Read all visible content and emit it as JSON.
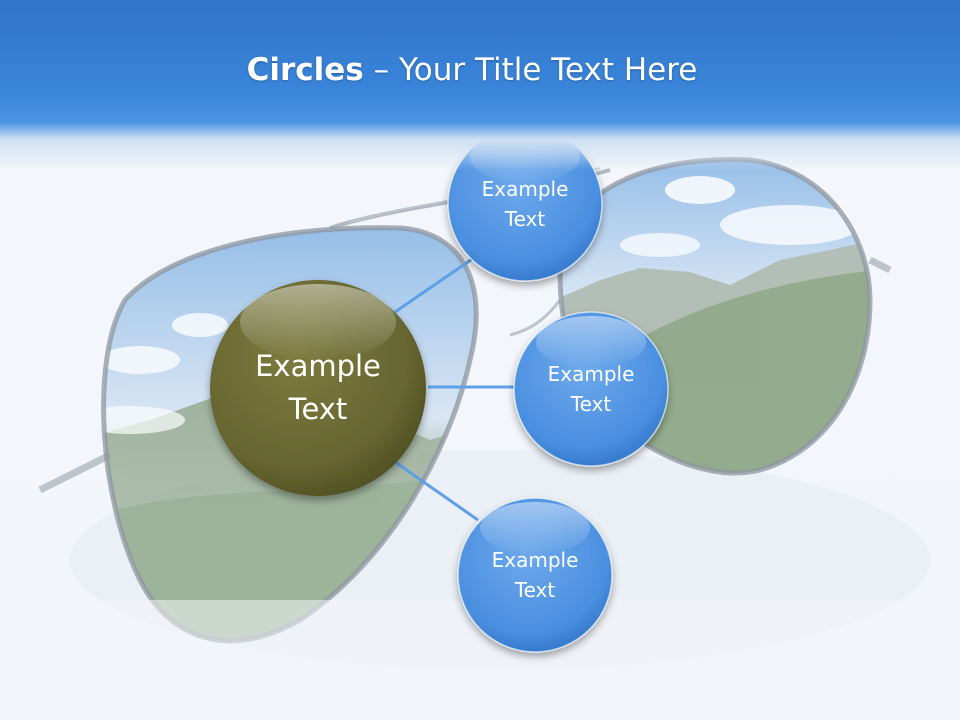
{
  "title": {
    "bold": "Circles",
    "rest": " – Your Title Text Here"
  },
  "colors": {
    "header_blue": "#3a86db",
    "center_circle": "#6b6a32",
    "outer_circle": "#4f93e0",
    "connector": "#5ea0e8"
  },
  "center": {
    "label": "Example\nText"
  },
  "nodes": [
    {
      "label": "Example\nText"
    },
    {
      "label": "Example\nText"
    },
    {
      "label": "Example\nText"
    }
  ],
  "background": {
    "image": "aviator sunglasses reflecting mountains and sky"
  }
}
